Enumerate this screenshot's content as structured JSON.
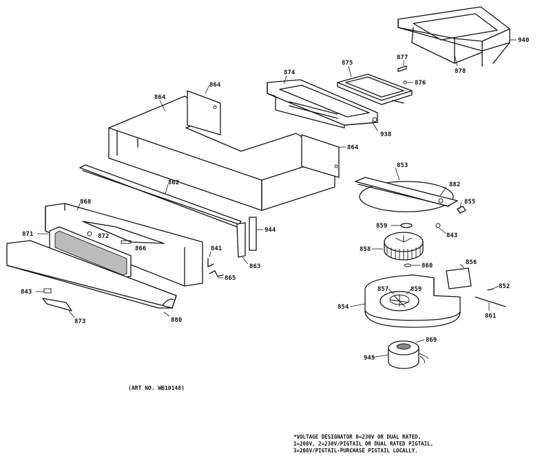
{
  "art_number": "(ART NO. WB10148)",
  "footnote": {
    "line1": "*VOLTAGE DESIGNATOR 0=230V OR DUAL RATED,",
    "line2": "1=208V, 2=230V/PIGTAIL OR DUAL RATED PIGTAIL,",
    "line3": "3=208V/PIGTAIL-PURCHASE PIGTAIL LOCALLY."
  },
  "labels": {
    "p940": "940",
    "p878": "878",
    "p877": "877",
    "p876": "876",
    "p875": "875",
    "p874": "874",
    "p938": "938",
    "p864a": "864",
    "p864b": "864",
    "p864c": "864",
    "p862": "862",
    "p853": "853",
    "p882": "882",
    "p855": "855",
    "p843": "843",
    "p859": "859",
    "p858": "858",
    "p860": "860",
    "p856": "856",
    "p852": "852",
    "p857": "857",
    "p859b": "859",
    "p854": "854",
    "p861": "861",
    "p869": "869",
    "p945": "945",
    "p868": "868",
    "p872": "872",
    "p871": "871",
    "p866": "866",
    "p944": "944",
    "p841": "841",
    "p863": "863",
    "p865": "865",
    "p843b": "843",
    "p873": "873",
    "p880": "880"
  }
}
